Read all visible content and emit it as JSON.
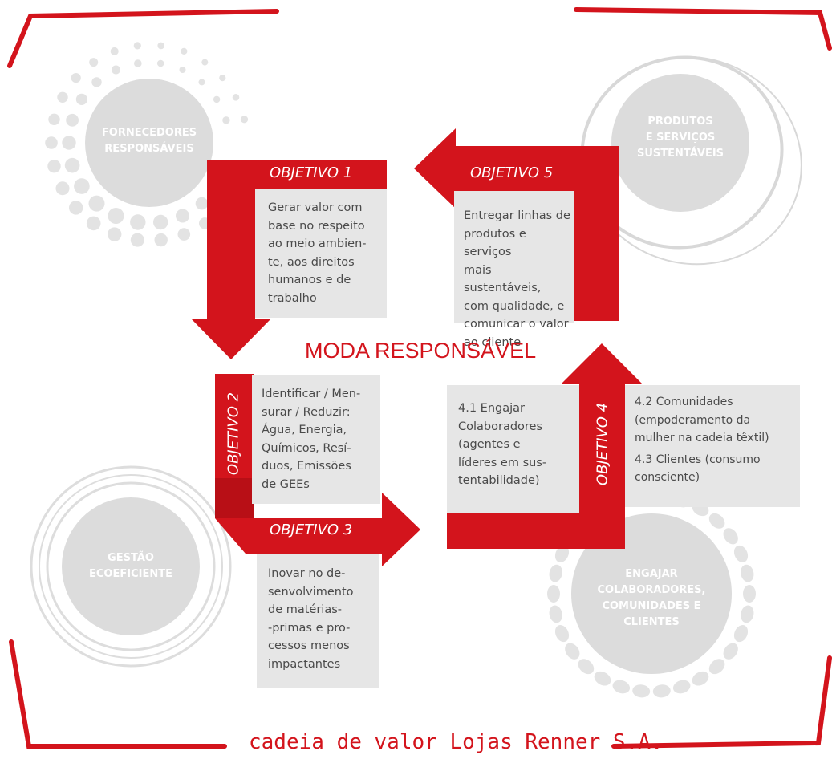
{
  "colors": {
    "accent": "#d3141c",
    "box": "#e6e6e6",
    "circle": "#dcdcdc",
    "text": "#4a4a4a"
  },
  "center_title": "MODA RESPONSÁVEL",
  "footer": "cadeia de valor Lojas Renner S.A.",
  "circles": {
    "fornecedores": [
      "FORNECEDORES",
      "RESPONSÁVEIS"
    ],
    "produtos": [
      "PRODUTOS",
      "E SERVIÇOS",
      "SUSTENTÁVEIS"
    ],
    "gestao": [
      "GESTÃO",
      "ECOEFICIENTE"
    ],
    "engajar": [
      "ENGAJAR",
      "COLABORADORES,",
      "COMUNIDADES E",
      "CLIENTES"
    ]
  },
  "objectives": {
    "o1": {
      "label": "OBJETIVO 1",
      "lines": [
        "Gerar valor com",
        "base no respeito",
        "ao meio ambien-",
        "te, aos direitos",
        "humanos e de",
        "trabalho"
      ]
    },
    "o2": {
      "label": "OBJETIVO 2",
      "lines": [
        "Identificar / Men-",
        "surar / Reduzir:",
        "Água, Energia,",
        "Químicos, Resí-",
        "duos, Emissões",
        "de GEEs"
      ]
    },
    "o3": {
      "label": "OBJETIVO 3",
      "lines": [
        "Inovar no de-",
        "senvolvimento",
        "de matérias-",
        "-primas e pro-",
        "cessos menos",
        "impactantes"
      ]
    },
    "o4": {
      "label": "OBJETIVO 4",
      "left_lines": [
        "4.1 Engajar",
        "Colaboradores",
        "(agentes e",
        "líderes em sus-",
        "tentabilidade)"
      ],
      "right_lines": [
        "4.2 Comunidades",
        "(empoderamento da",
        "mulher na cadeia têxtil)",
        "4.3 Clientes (consumo",
        "consciente)"
      ]
    },
    "o5": {
      "label": "OBJETIVO 5",
      "lines": [
        "Entregar linhas de",
        "produtos e serviços",
        "mais  sustentáveis,",
        "com qualidade, e",
        "comunicar o valor",
        "ao cliente"
      ]
    }
  }
}
